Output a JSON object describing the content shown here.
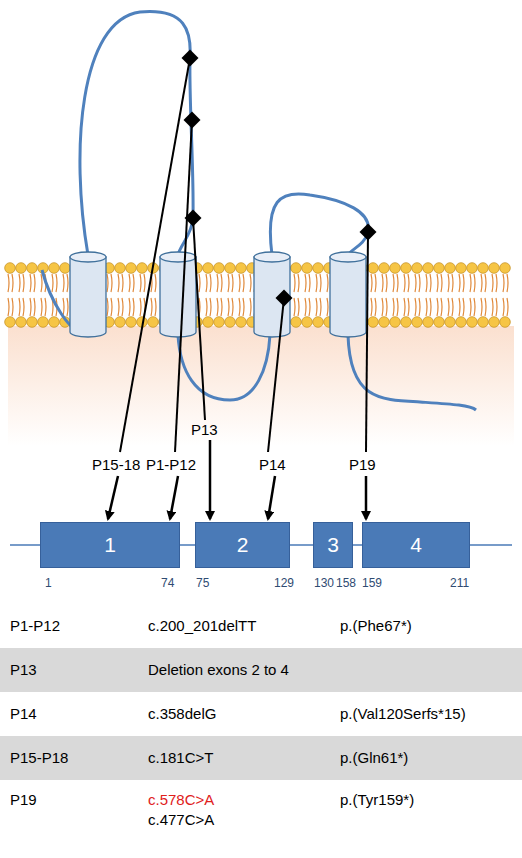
{
  "diagram": {
    "nodes": [
      {
        "text": [
          "1"
        ]
      },
      {
        "text": [
          "2"
        ]
      },
      {
        "text": [
          "3"
        ]
      },
      {
        "text": [
          "4"
        ]
      }
    ],
    "edges": [
      {
        "from": 0,
        "to": 1,
        "arrow": "none"
      },
      {
        "from": 1,
        "to": 2,
        "arrow": "none"
      },
      {
        "from": 2,
        "to": 3,
        "arrow": "none"
      }
    ],
    "labels": [
      "P15-18",
      "P1-P12",
      "P13",
      "P14",
      "P19",
      "1",
      "74",
      "75",
      "129",
      "130",
      "158",
      "159",
      "211",
      "P1-P12",
      "c.200_201delTT",
      "p.(Phe67*)",
      "P13",
      "Deletion exons 2 to 4",
      "P14",
      "c.358delG",
      "p.(Val120Serfs*15)",
      "P15-P18",
      "c.181C>T",
      "p.(Gln61*)",
      "P19",
      "c.578C>A",
      "c.477C>A",
      "p.(Tyr159*)"
    ]
  }
}
